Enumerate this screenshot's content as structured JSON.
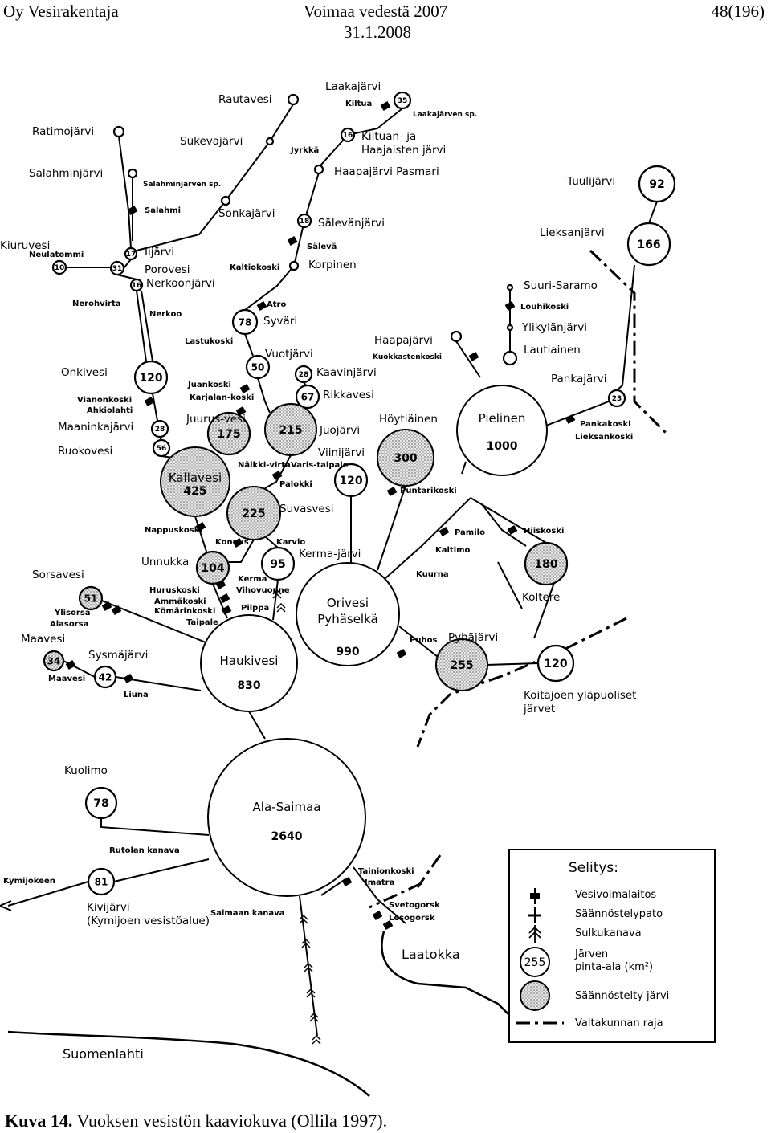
{
  "header": {
    "left": "Oy Vesirakentaja",
    "center": "Voimaa vedestä 2007",
    "date": "31.1.2008",
    "right": "48(196)"
  },
  "caption": {
    "label": "Kuva 14.",
    "text": "Vuoksen vesistön kaaviokuva (Ollila 1997)."
  },
  "diagram": {
    "lakes": [
      {
        "id": "rautavesi",
        "name": "Rautavesi",
        "area": "",
        "regulated": false
      },
      {
        "id": "laakajarvi",
        "name": "Laakajärvi",
        "area": "35",
        "regulated": false
      },
      {
        "id": "ratimojarvi",
        "name": "Ratimojärvi",
        "area": "",
        "regulated": false
      },
      {
        "id": "sukevajarvi",
        "name": "Sukevajärvi",
        "area": "",
        "regulated": false
      },
      {
        "id": "kiltuan",
        "name": "Kiltuan- ja Haajaisten järvi",
        "area": "16",
        "regulated": false
      },
      {
        "id": "salahmi",
        "name": "Salahminjärvi",
        "area": "",
        "regulated": false
      },
      {
        "id": "haapajarvi_pasmari",
        "name": "Haapajärvi Pasmari",
        "area": "",
        "regulated": false
      },
      {
        "id": "sonkajarvi",
        "name": "Sonkajärvi",
        "area": "",
        "regulated": false
      },
      {
        "id": "salevanjarvi",
        "name": "Sälevänjärvi",
        "area": "18",
        "regulated": false
      },
      {
        "id": "tuulijarvi",
        "name": "Tuulijärvi",
        "area": "92",
        "regulated": false
      },
      {
        "id": "lieksanjarvi",
        "name": "Lieksanjärvi",
        "area": "166",
        "regulated": false
      },
      {
        "id": "kiuruvesi",
        "name": "Kiuruvesi",
        "area": "10",
        "regulated": false
      },
      {
        "id": "iijarvi",
        "name": "Iijärvi",
        "area": "17",
        "regulated": false
      },
      {
        "id": "porovesi",
        "name": "Porovesi",
        "area": "31",
        "regulated": false
      },
      {
        "id": "korpinen",
        "name": "Korpinen",
        "area": "",
        "regulated": false
      },
      {
        "id": "nerkoonjarvi",
        "name": "Nerkoonjärvi",
        "area": "16",
        "regulated": false
      },
      {
        "id": "suurisaramo",
        "name": "Suuri-Saramo",
        "area": "",
        "regulated": false
      },
      {
        "id": "syvari",
        "name": "Syväri",
        "area": "78",
        "regulated": false
      },
      {
        "id": "ylikylanjarvi",
        "name": "Ylikylänjärvi",
        "area": "",
        "regulated": false
      },
      {
        "id": "haapajarvi2",
        "name": "Haapajärvi",
        "area": "",
        "regulated": false
      },
      {
        "id": "lautiainen",
        "name": "Lautiainen",
        "area": "",
        "regulated": false
      },
      {
        "id": "vuotjarvi",
        "name": "Vuotjärvi",
        "area": "50",
        "regulated": false
      },
      {
        "id": "onkivesi",
        "name": "Onkivesi",
        "area": "120",
        "regulated": false
      },
      {
        "id": "kaavinjarvi",
        "name": "Kaavinjärvi",
        "area": "28",
        "regulated": false
      },
      {
        "id": "pankajarvi",
        "name": "Pankajärvi",
        "area": "23",
        "regulated": false
      },
      {
        "id": "rikkavesi",
        "name": "Rikkavesi",
        "area": "67",
        "regulated": false
      },
      {
        "id": "pielinen",
        "name": "Pielinen",
        "area": "1000",
        "regulated": false
      },
      {
        "id": "maaninkajarvi",
        "name": "Maaninkajärvi",
        "area": "28",
        "regulated": false
      },
      {
        "id": "juurusvesi",
        "name": "Juurus-vesi",
        "area": "175",
        "regulated": true
      },
      {
        "id": "juojarvi",
        "name": "Juojärvi",
        "area": "215",
        "regulated": true
      },
      {
        "id": "hoytiainen",
        "name": "Höytiäinen",
        "area": "300",
        "regulated": true
      },
      {
        "id": "ruokovesi",
        "name": "Ruokovesi",
        "area": "56",
        "regulated": false
      },
      {
        "id": "viinijarvi",
        "name": "Viinijärvi",
        "area": "120",
        "regulated": false
      },
      {
        "id": "kallavesi",
        "name": "Kallavesi",
        "area": "425",
        "regulated": true
      },
      {
        "id": "suvasvesi",
        "name": "Suvasvesi",
        "area": "225",
        "regulated": true
      },
      {
        "id": "koltere",
        "name": "Koltere",
        "area": "180",
        "regulated": true
      },
      {
        "id": "unnukka",
        "name": "Unnukka",
        "area": "104",
        "regulated": true
      },
      {
        "id": "kermajarvi",
        "name": "Kerma-järvi",
        "area": "95",
        "regulated": false
      },
      {
        "id": "sorsavesi",
        "name": "Sorsavesi",
        "area": "51",
        "regulated": true
      },
      {
        "id": "orivesi",
        "name": "Orivesi Pyhäselkä",
        "area": "990",
        "regulated": false
      },
      {
        "id": "maavesi",
        "name": "Maavesi",
        "area": "34",
        "regulated": true
      },
      {
        "id": "syvajarvi",
        "name": "Sysmäjärvi",
        "area": "42",
        "regulated": false
      },
      {
        "id": "pyhajarvi",
        "name": "Pyhäjärvi",
        "area": "255",
        "regulated": true
      },
      {
        "id": "koitajoki",
        "name": "Koitajoen yläpuoliset järvet",
        "area": "120",
        "regulated": false
      },
      {
        "id": "haukivesi",
        "name": "Haukivesi",
        "area": "830",
        "regulated": false
      },
      {
        "id": "kuolimo",
        "name": "Kuolimo",
        "area": "78",
        "regulated": false
      },
      {
        "id": "alasaimaa",
        "name": "Ala-Saimaa",
        "area": "2640",
        "regulated": false
      },
      {
        "id": "kivijarvi",
        "name": "Kivijärvi (Kymijoen vesistöalue)",
        "area": "81",
        "regulated": false
      }
    ],
    "place_labels": [
      {
        "text": "Kiltua"
      },
      {
        "text": "Laakajärven sp."
      },
      {
        "text": "Jyrkkä"
      },
      {
        "text": "Salahminjärven sp."
      },
      {
        "text": "Salahmi"
      },
      {
        "text": "Neulatommi"
      },
      {
        "text": "Kaltiokoski"
      },
      {
        "text": "Sälevä"
      },
      {
        "text": "Nerohvirta"
      },
      {
        "text": "Nerkoo"
      },
      {
        "text": "Atro"
      },
      {
        "text": "Lastukoski"
      },
      {
        "text": "Louhikoski"
      },
      {
        "text": "Kuokkastenkoski"
      },
      {
        "text": "Juankoski"
      },
      {
        "text": "Karjalan-koski"
      },
      {
        "text": "Vianonkoski"
      },
      {
        "text": "Ahkiolahti"
      },
      {
        "text": "Pankakoski"
      },
      {
        "text": "Lieksankoski"
      },
      {
        "text": "Nälkki-virta"
      },
      {
        "text": "Varis-taipale"
      },
      {
        "text": "Palokki"
      },
      {
        "text": "Puntarikoski"
      },
      {
        "text": "Nappuskoski"
      },
      {
        "text": "Konnus"
      },
      {
        "text": "Karvio"
      },
      {
        "text": "Pamilo"
      },
      {
        "text": "Hiiskoski"
      },
      {
        "text": "Kaltimo"
      },
      {
        "text": "Kuurna"
      },
      {
        "text": "Kerma"
      },
      {
        "text": "Vihovuonne"
      },
      {
        "text": "Pilppa"
      },
      {
        "text": "Huruskoski"
      },
      {
        "text": "Ämmäkoski"
      },
      {
        "text": "Kömärinkoski"
      },
      {
        "text": "Taipale"
      },
      {
        "text": "Ylisorsa"
      },
      {
        "text": "Alasorsa"
      },
      {
        "text": "Puhos"
      },
      {
        "text": "Maavesi"
      },
      {
        "text": "Liuna"
      },
      {
        "text": "Rutolan kanava"
      },
      {
        "text": "Kymijokeen"
      },
      {
        "text": "Saimaan kanava"
      },
      {
        "text": "Tainionkoski"
      },
      {
        "text": "Imatra"
      },
      {
        "text": "Svetogorsk"
      },
      {
        "text": "Lesogorsk"
      },
      {
        "text": "Laatokka"
      },
      {
        "text": "Suomenlahti"
      }
    ],
    "legend": {
      "title": "Selitys:",
      "items": [
        {
          "symbol": "power-plant",
          "label": "Vesivoimalaitos"
        },
        {
          "symbol": "regulation-dam",
          "label": "Säännöstelypato"
        },
        {
          "symbol": "canal",
          "label": "Sulkukanava"
        },
        {
          "symbol": "lake-area",
          "value": "255",
          "label": "Järven pinta-ala (km²)"
        },
        {
          "symbol": "regulated-lake",
          "label": "Säännöstelty järvi"
        },
        {
          "symbol": "border",
          "label": "Valtakunnan raja"
        }
      ]
    },
    "colors": {
      "ink": "#000000",
      "regulated_fill": "#d9d9d9",
      "paper": "#ffffff"
    }
  }
}
